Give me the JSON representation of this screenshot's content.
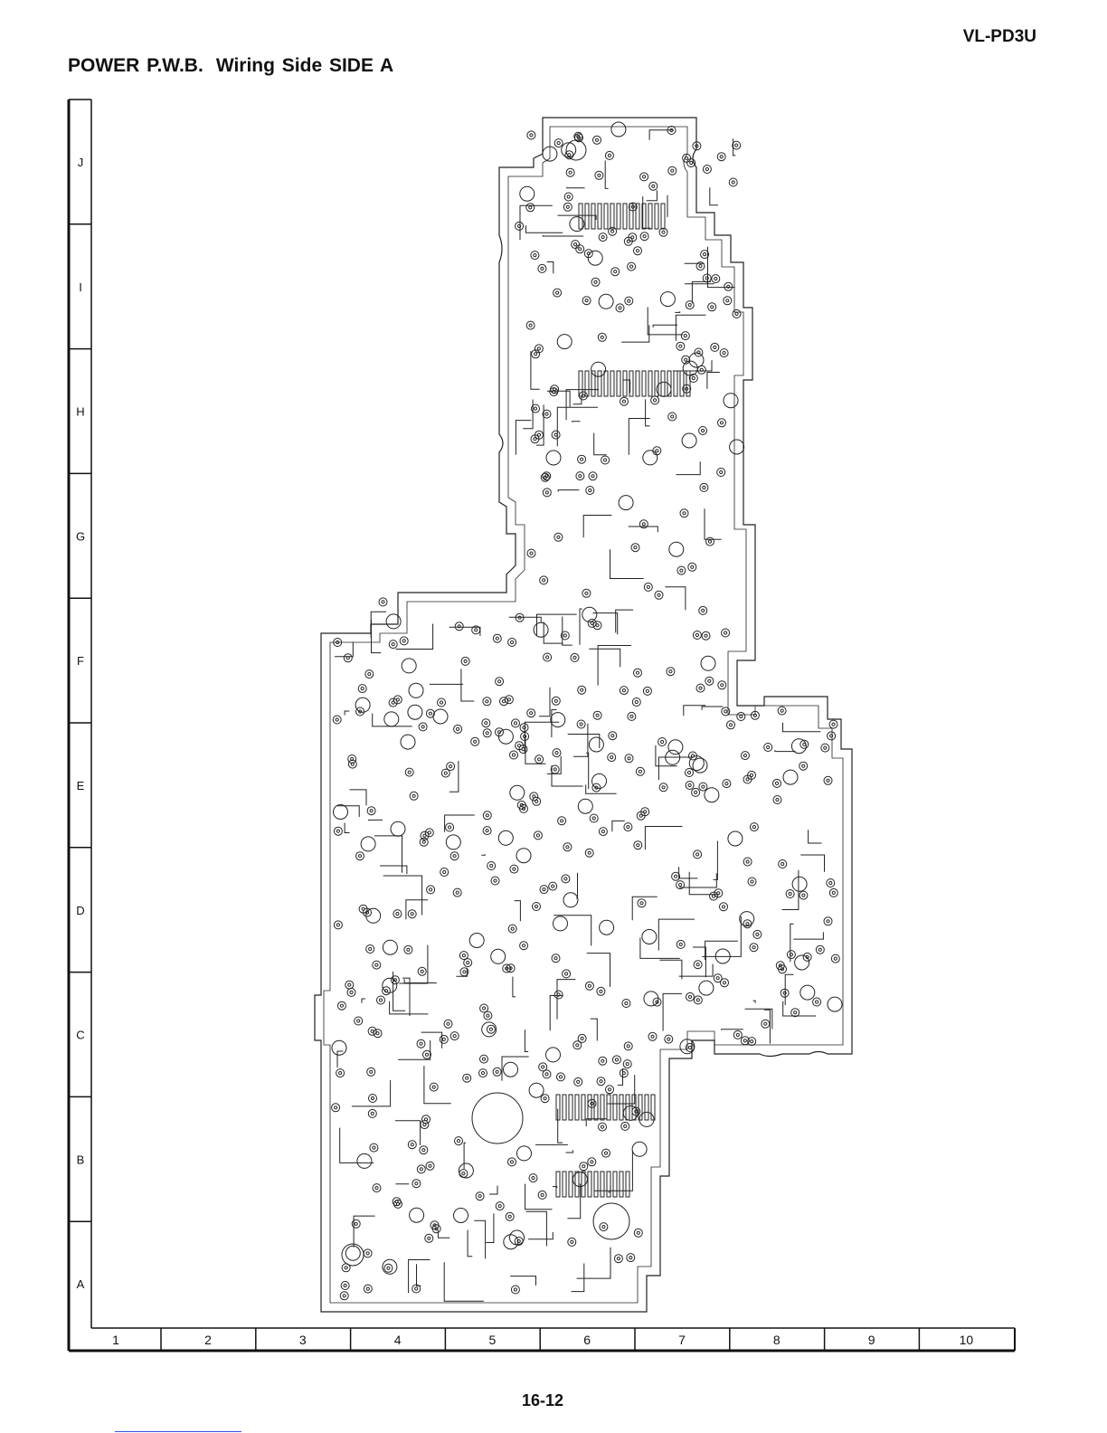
{
  "header": {
    "model": "VL-PD3U",
    "title_part1": "POWER P.W.B.",
    "title_part2": "Wiring Side SIDE A"
  },
  "grid": {
    "row_labels": [
      "J",
      "I",
      "H",
      "G",
      "F",
      "E",
      "D",
      "C",
      "B",
      "A"
    ],
    "col_labels": [
      "1",
      "2",
      "3",
      "4",
      "5",
      "6",
      "7",
      "8",
      "9",
      "10"
    ]
  },
  "footer": {
    "page_number": "16-12"
  },
  "colors": {
    "ink": "#111111",
    "background": "#ffffff"
  }
}
